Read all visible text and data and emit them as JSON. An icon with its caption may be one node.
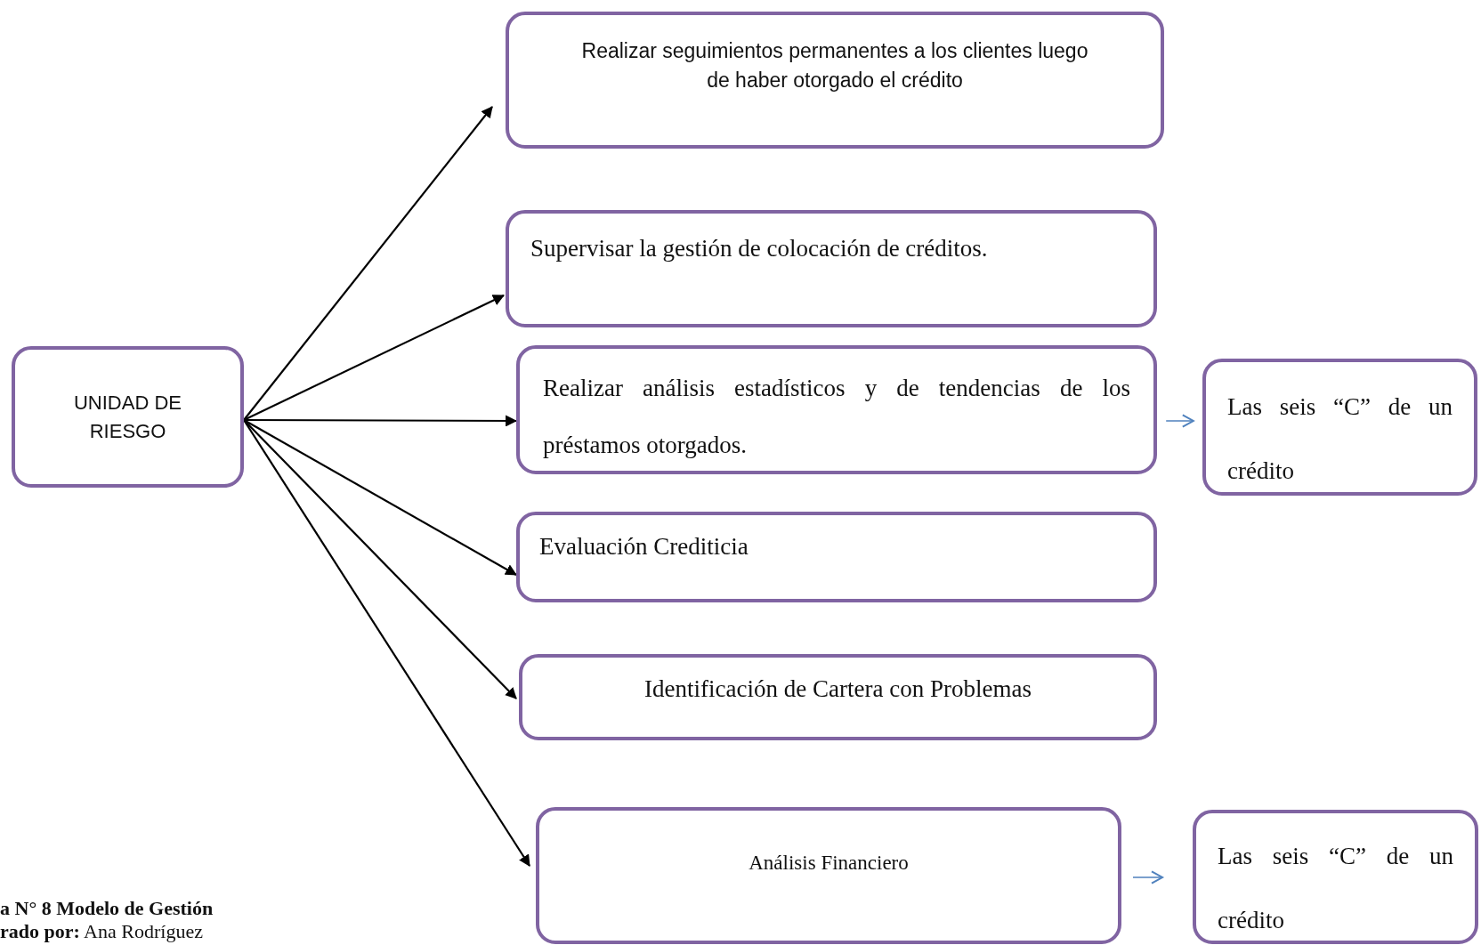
{
  "diagram": {
    "nodes": [
      {
        "text": [
          "UNIDAD  DE RIESGO"
        ]
      },
      {
        "text": [
          "Realizar seguimientos permanentes a los clientes luego de haber otorgado el crédito"
        ]
      },
      {
        "text": [
          "Supervisar la gestión de colocación de créditos."
        ]
      },
      {
        "text": [
          "Realizar análisis estadísticos y de tendencias de los préstamos otorgados."
        ]
      },
      {
        "text": [
          "Las seis “C” de un crédito"
        ]
      },
      {
        "text": [
          "Evaluación  Crediticia"
        ]
      },
      {
        "text": [
          "Identificación de Cartera con Problemas"
        ]
      },
      {
        "text": [
          "Análisis Financiero"
        ]
      },
      {
        "text": [
          "Las seis “C” de un crédito"
        ]
      }
    ],
    "edges": [
      {
        "from": 0,
        "to": 1,
        "arrow": "to"
      },
      {
        "from": 0,
        "to": 2,
        "arrow": "to"
      },
      {
        "from": 0,
        "to": 3,
        "arrow": "to"
      },
      {
        "from": 0,
        "to": 5,
        "arrow": "to"
      },
      {
        "from": 0,
        "to": 6,
        "arrow": "to"
      },
      {
        "from": 0,
        "to": 7,
        "arrow": "to"
      },
      {
        "from": 3,
        "to": 4,
        "arrow": "to",
        "color": "#4f81bd"
      },
      {
        "from": 7,
        "to": 8,
        "arrow": "to",
        "color": "#4f81bd"
      }
    ],
    "labels": [
      "a N° 8 Modelo de Gestión",
      "**rado por:** Ana Rodríguez"
    ]
  }
}
